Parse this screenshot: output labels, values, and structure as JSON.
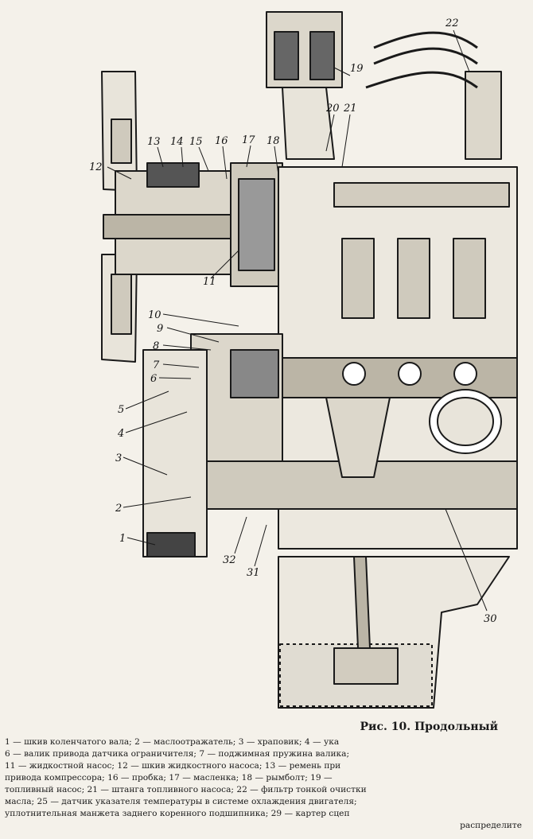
{
  "figure": {
    "title": "Рис. 10. Продольный",
    "caption_lines": [
      "1 — шкив коленчатого вала; 2 — маслоотражатель; 3 — храповик; 4 — ука",
      "6 — валик привода датчика ограничителя; 7 — поджимная пружина валика;",
      "11 — жидкостной насос; 12 — шкив жидкостного насоса; 13 — ремень при",
      "привода компрессора; 16 — пробка; 17 — масленка; 18 — рымболт; 19 —",
      "топливный насос; 21 — штанга топливного насоса; 22 — фильтр тонкой очистки",
      "масла; 25 — датчик указателя температуры в системе охлаждения двигателя;",
      "уплотнительная манжета заднего коренного подшипника; 29 — картер сцеп",
      "распределите"
    ],
    "callouts": [
      "1",
      "2",
      "3",
      "4",
      "5",
      "6",
      "7",
      "8",
      "9",
      "10",
      "11",
      "12",
      "13",
      "14",
      "15",
      "16",
      "17",
      "18",
      "19",
      "20",
      "21",
      "22",
      "30",
      "31",
      "32"
    ]
  }
}
